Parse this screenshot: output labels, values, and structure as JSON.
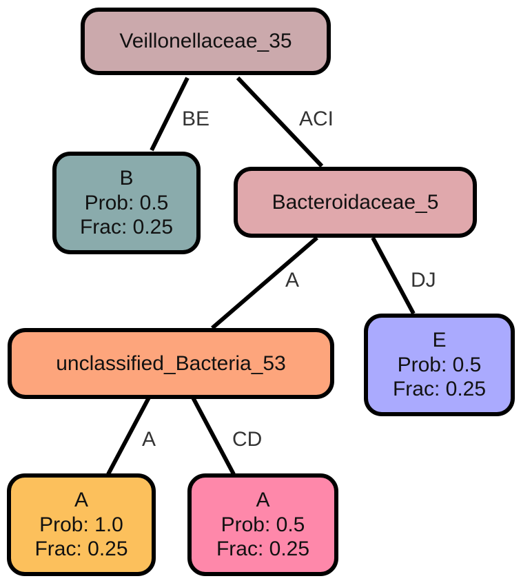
{
  "colors": {
    "veillonellaceae": "#cba9ac",
    "leaf_b": "#8aabac",
    "bacteroidaceae": "#e0a8ac",
    "unclassified": "#fda57c",
    "leaf_e": "#aaaafe",
    "leaf_a1": "#fcc05c",
    "leaf_a2": "#fe88aa"
  },
  "nodes": {
    "root": {
      "label": "Veillonellaceae_35"
    },
    "leaf_b": {
      "name": "B",
      "prob": "Prob: 0.5",
      "frac": "Frac: 0.25"
    },
    "mid": {
      "label": "Bacteroidaceae_5"
    },
    "unclassified": {
      "label": "unclassified_Bacteria_53"
    },
    "leaf_e": {
      "name": "E",
      "prob": "Prob: 0.5",
      "frac": "Frac: 0.25"
    },
    "leaf_a1": {
      "name": "A",
      "prob": "Prob: 1.0",
      "frac": "Frac: 0.25"
    },
    "leaf_a2": {
      "name": "A",
      "prob": "Prob: 0.5",
      "frac": "Frac: 0.25"
    }
  },
  "edges": {
    "root_b": "BE",
    "root_mid": "ACI",
    "mid_unclassified": "A",
    "mid_e": "DJ",
    "unclassified_a1": "A",
    "unclassified_a2": "CD"
  }
}
